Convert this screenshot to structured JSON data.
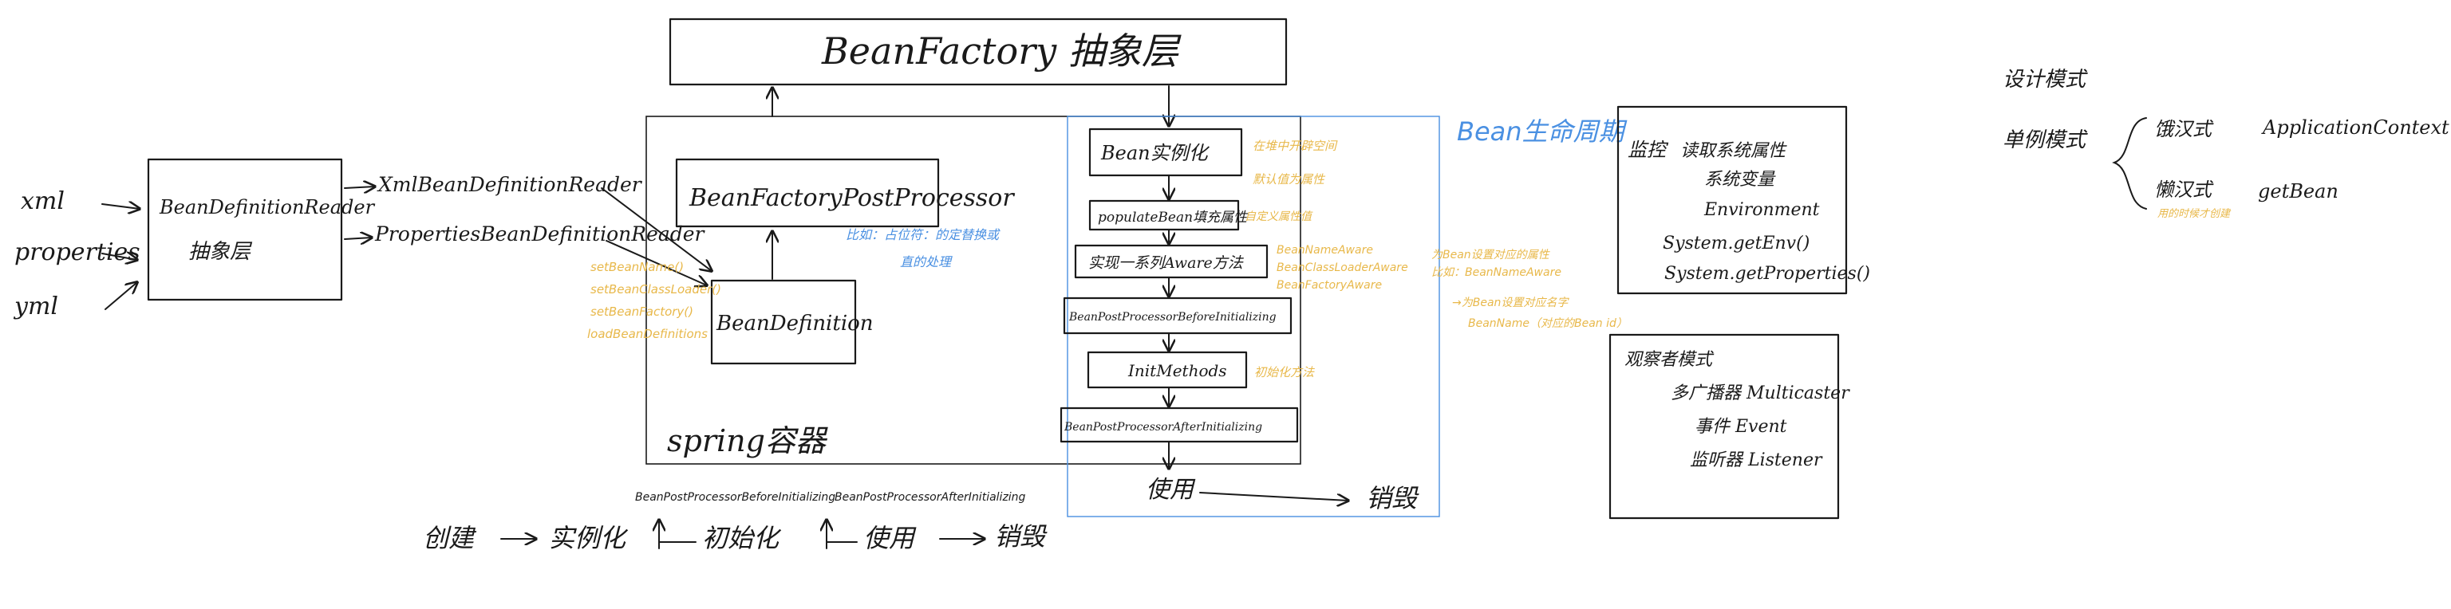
{
  "colors": {
    "ink": "#1a1a1a",
    "blue": "#4a90e2",
    "yellow": "#e8b84a"
  },
  "top": {
    "beanfactory": "BeanFactory 抽象层"
  },
  "inputs": {
    "xml": "xml",
    "properties": "properties",
    "yml": "yml"
  },
  "reader_box": {
    "line1": "BeanDefinitionReader",
    "line2": "抽象层"
  },
  "readers": {
    "xml": "XmlBeanDefinitionReader",
    "props": "PropertiesBeanDefinitionReader"
  },
  "container": {
    "bfpp": "BeanFactoryPostProcessor",
    "bfpp_note_line1": "比如：占位符：的定替换或",
    "bfpp_note_line2": "直的处理",
    "bd": "BeanDefinition",
    "bd_notes": [
      "setBeanName()",
      "setBeanClassLoader()",
      "setBeanFactory()",
      "loadBeanDefinitions"
    ],
    "label": "spring容器"
  },
  "lifecycle": {
    "steps": [
      "Bean实例化",
      "populateBean填充属性",
      "实现一系列Aware方法",
      "BeanPostProcessorBeforeInitializing",
      "InitMethods",
      "BeanPostProcessorAfterInitializing"
    ],
    "notes_right": [
      "在堆中开辟空间",
      "默认值为属性",
      "自定义属性值",
      "",
      "初始化方法",
      ""
    ],
    "aware_list": [
      "BeanNameAware",
      "BeanClassLoaderAware",
      "BeanFactoryAware"
    ],
    "aware_note_line1": "为Bean设置对应的属性",
    "aware_note_line2": "比如：BeanNameAware",
    "aware_note_line3": "→为Bean设置对应名字",
    "aware_note_line4": "BeanName（对应的Bean id）",
    "use": "使用",
    "destroy": "销毁",
    "title": "Bean生命周期"
  },
  "monitor": {
    "title": "监控",
    "lines": [
      "读取系统属性",
      "系统变量",
      "Environment",
      "System.getEnv()",
      "System.getProperties()"
    ]
  },
  "observer": {
    "title": "观察者模式",
    "lines": [
      "多广播器 Multicaster",
      "事件 Event",
      "监听器 Listener"
    ]
  },
  "design": {
    "title": "设计模式",
    "singleton": "单例模式",
    "eager": "饿汉式",
    "eager_example": "ApplicationContext",
    "lazy": "懒汉式",
    "lazy_example": "getBean",
    "lazy_note": "用的时候才创建"
  },
  "bottom": {
    "create": "创建",
    "instantiate": "实例化",
    "init": "初始化",
    "use": "使用",
    "destroy": "销毁",
    "before_label": "BeanPostProcessorBeforeInitializing",
    "after_label": "BeanPostProcessorAfterInitializing"
  }
}
